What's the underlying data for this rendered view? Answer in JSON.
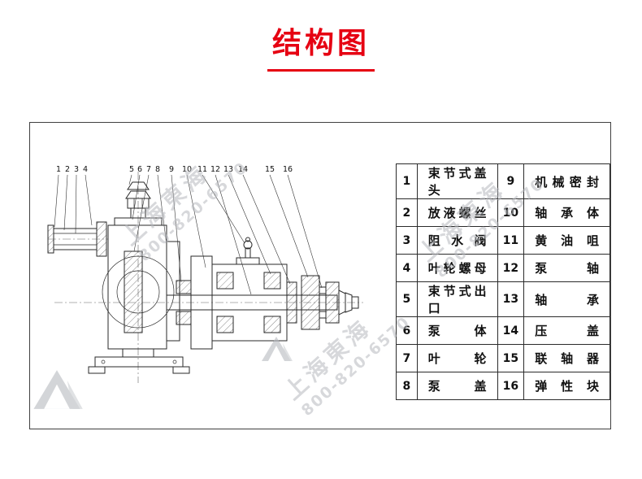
{
  "page": {
    "title": "结构图"
  },
  "colors": {
    "accent_red": "#e60012",
    "line": "#2a2a2a",
    "watermark_gray": "#b7babf"
  },
  "diagram": {
    "callout_numbers": [
      "1",
      "2",
      "3",
      "4",
      "5",
      "6",
      "7",
      "8",
      "9",
      "10",
      "11",
      "12",
      "13",
      "14",
      "15",
      "16"
    ]
  },
  "parts_table": {
    "rows": [
      {
        "no_left": "1",
        "name_left": "束节式盖头",
        "no_right": "9",
        "name_right": "机械密封"
      },
      {
        "no_left": "2",
        "name_left": "放液螺丝",
        "no_right": "10",
        "name_right": "轴承体"
      },
      {
        "no_left": "3",
        "name_left": "阻水阀",
        "no_right": "11",
        "name_right": "黄油咀"
      },
      {
        "no_left": "4",
        "name_left": "叶轮螺母",
        "no_right": "12",
        "name_right": "泵轴"
      },
      {
        "no_left": "5",
        "name_left": "束节式出口",
        "no_right": "13",
        "name_right": "轴承"
      },
      {
        "no_left": "6",
        "name_left": "泵体",
        "no_right": "14",
        "name_right": "压盖"
      },
      {
        "no_left": "7",
        "name_left": "叶轮",
        "no_right": "15",
        "name_right": "联轴器"
      },
      {
        "no_left": "8",
        "name_left": "泵盖",
        "no_right": "16",
        "name_right": "弹性块"
      }
    ]
  },
  "watermark": {
    "brand": "上海東海",
    "phone": "800-820-6570"
  }
}
